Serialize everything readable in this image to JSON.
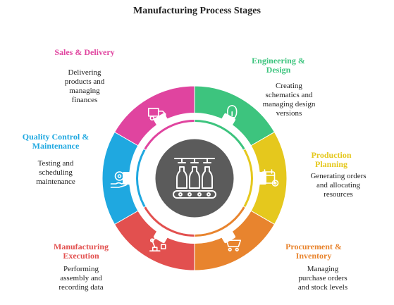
{
  "diagram": {
    "title": "Manufacturing Process Stages",
    "stages": [
      {
        "id": "engineering",
        "title_lines": [
          "Engineering &",
          "Design"
        ],
        "desc_lines": [
          "Creating",
          "schematics and",
          "managing design",
          "versions"
        ],
        "color": "#3dc47e",
        "icon": "lightbulb-icon"
      },
      {
        "id": "production",
        "title_lines": [
          "Production",
          "Planning"
        ],
        "desc_lines": [
          "Generating orders",
          "and allocating",
          "resources"
        ],
        "color": "#e5c81d",
        "icon": "calendar-gear-icon"
      },
      {
        "id": "procurement",
        "title_lines": [
          "Procurement &",
          "Inventory"
        ],
        "desc_lines": [
          "Managing",
          "purchase orders",
          "and stock levels"
        ],
        "color": "#e8842e",
        "icon": "cart-icon"
      },
      {
        "id": "execution",
        "title_lines": [
          "Manufacturing",
          "Execution"
        ],
        "desc_lines": [
          "Performing",
          "assembly and",
          "recording data"
        ],
        "color": "#e2504f",
        "icon": "robot-arm-icon"
      },
      {
        "id": "quality",
        "title_lines": [
          "Quality Control &",
          "Maintenance"
        ],
        "desc_lines": [
          "Testing and",
          "scheduling",
          "maintenance"
        ],
        "color": "#1fa8e0",
        "icon": "gear-hand-icon"
      },
      {
        "id": "sales",
        "title_lines": [
          "Sales & Delivery"
        ],
        "desc_lines": [
          "Delivering",
          "products and",
          "managing",
          "finances"
        ],
        "color": "#e0449f",
        "icon": "truck-icon"
      }
    ],
    "center_icon": "factory-bottles-icon",
    "center_color": "#5b5b5b"
  }
}
